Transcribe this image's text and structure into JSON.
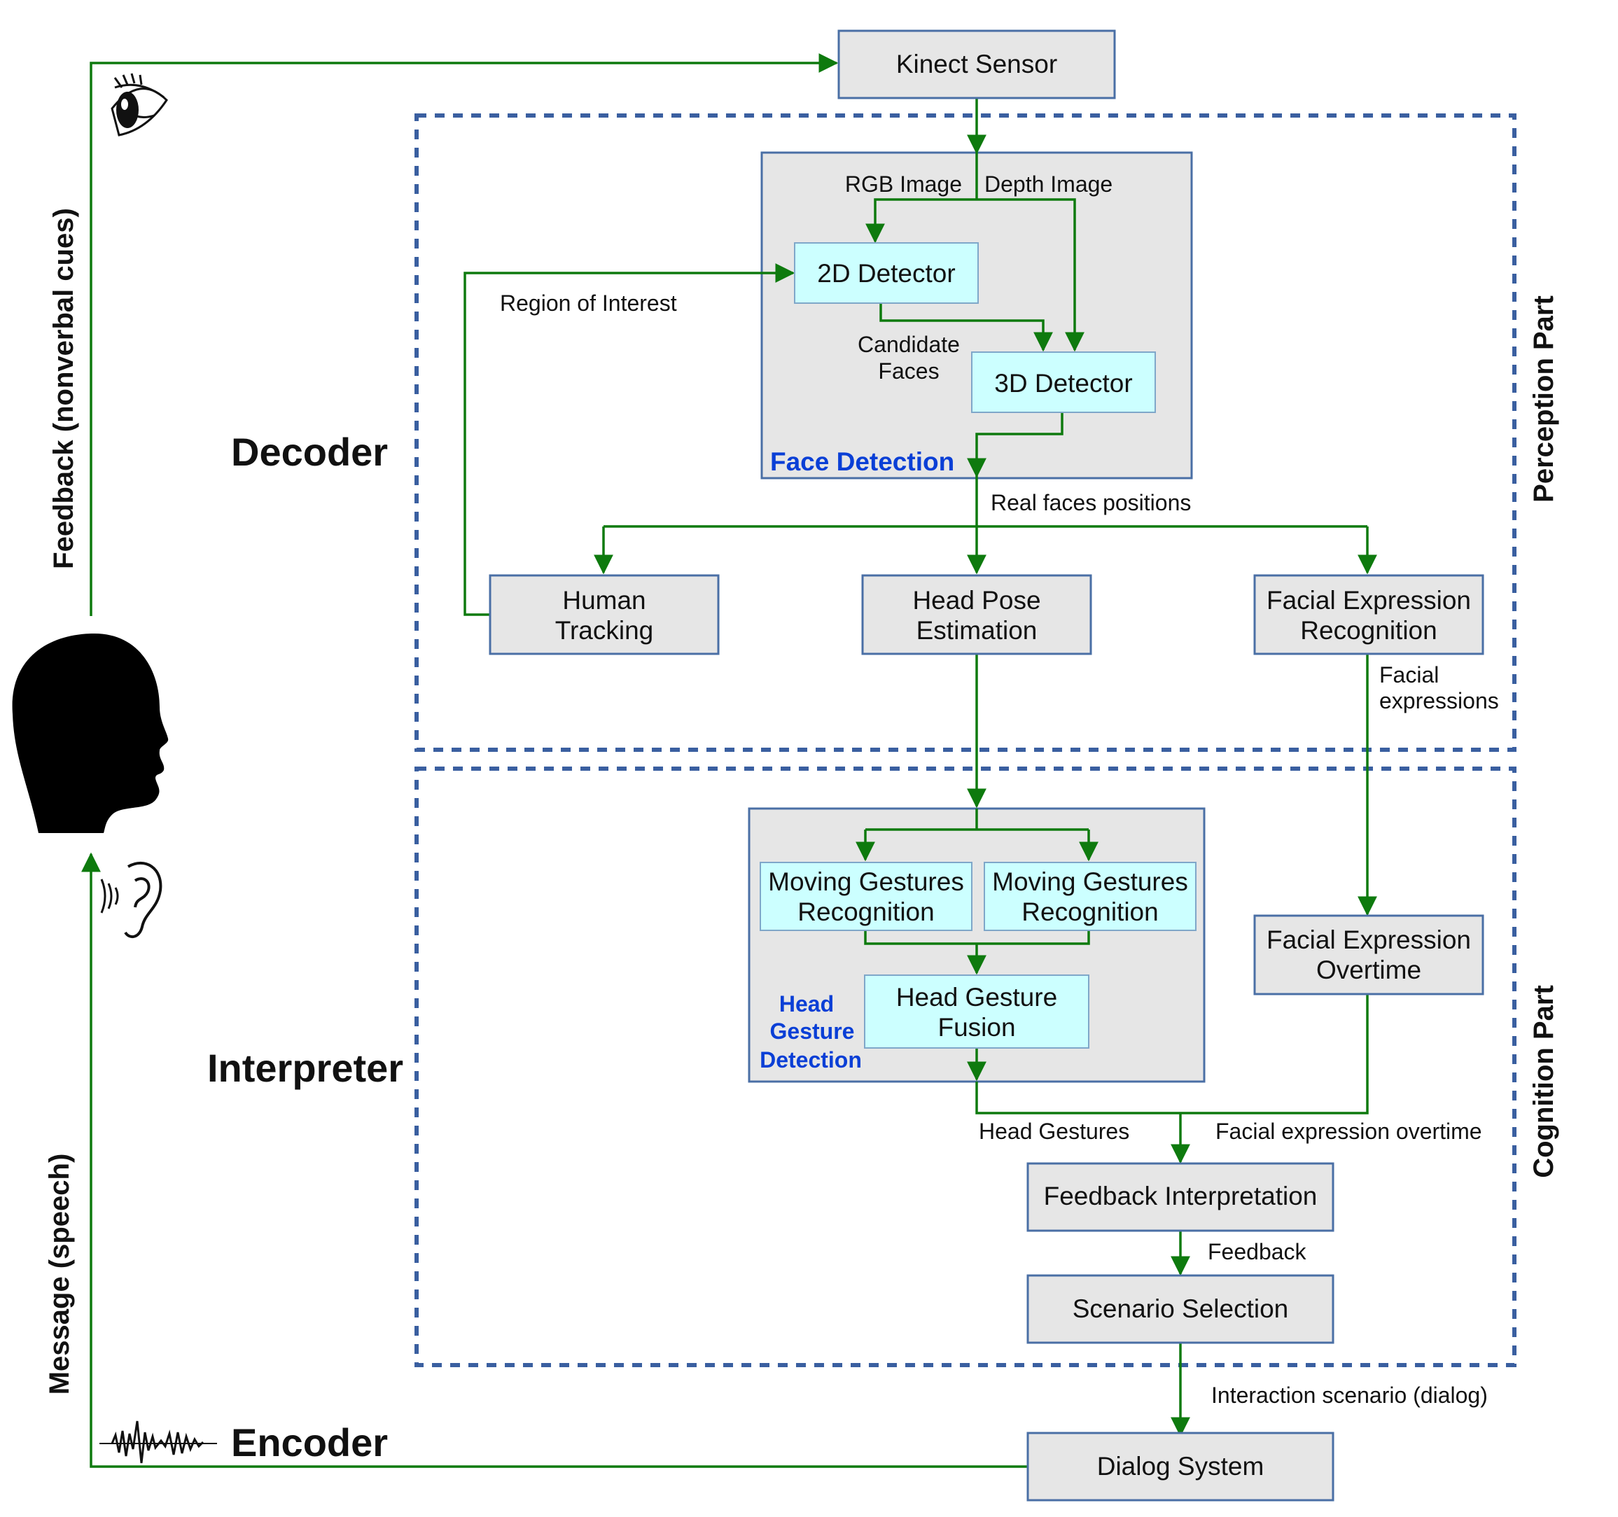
{
  "colors": {
    "flow_arrow": "#0e7a0e",
    "box_fill_gray": "#e6e6e6",
    "box_fill_cyan": "#ccffff",
    "box_border": "#4a6fa5",
    "dashed_region": "#3a5fa0",
    "group_title": "#0a3fd6"
  },
  "icons": {
    "eye": "eye-icon",
    "head": "human-head-icon",
    "ear": "ear-icon",
    "waveform": "sound-wave-icon"
  },
  "nodes": {
    "kinect": "Kinect Sensor",
    "detector_2d": "2D Detector",
    "detector_3d": "3D Detector",
    "human_tracking": [
      "Human",
      "Tracking"
    ],
    "head_pose": [
      "Head Pose",
      "Estimation"
    ],
    "facial_expr_recognition": [
      "Facial Expression",
      "Recognition"
    ],
    "moving_gestures_1": [
      "Moving Gestures",
      "Recognition"
    ],
    "moving_gestures_2": [
      "Moving Gestures",
      "Recognition"
    ],
    "head_gesture_fusion": [
      "Head Gesture",
      "Fusion"
    ],
    "facial_expr_overtime": [
      "Facial Expression",
      "Overtime"
    ],
    "feedback_interpretation": "Feedback Interpretation",
    "scenario_selection": "Scenario Selection",
    "dialog_system": "Dialog System"
  },
  "groups": {
    "face_detection": "Face Detection",
    "head_gesture_detection": [
      "Head",
      "Gesture",
      "Detection"
    ]
  },
  "edge_labels": {
    "rgb_image": "RGB Image",
    "depth_image": "Depth Image",
    "region_of_interest": "Region of Interest",
    "candidate_faces": [
      "Candidate",
      "Faces"
    ],
    "real_faces_positions": "Real faces positions",
    "facial_expressions": [
      "Facial",
      "expressions"
    ],
    "head_gestures": "Head Gestures",
    "facial_expression_overtime": "Facial expression overtime",
    "feedback": "Feedback",
    "interaction_scenario": "Interaction scenario (dialog)"
  },
  "roles": {
    "decoder": "Decoder",
    "interpreter": "Interpreter",
    "encoder": "Encoder"
  },
  "side_labels": {
    "feedback_nonverbal": "Feedback (nonverbal cues)",
    "message_speech": "Message (speech)",
    "perception_part": "Perception Part",
    "cognition_part": "Cognition Part"
  }
}
